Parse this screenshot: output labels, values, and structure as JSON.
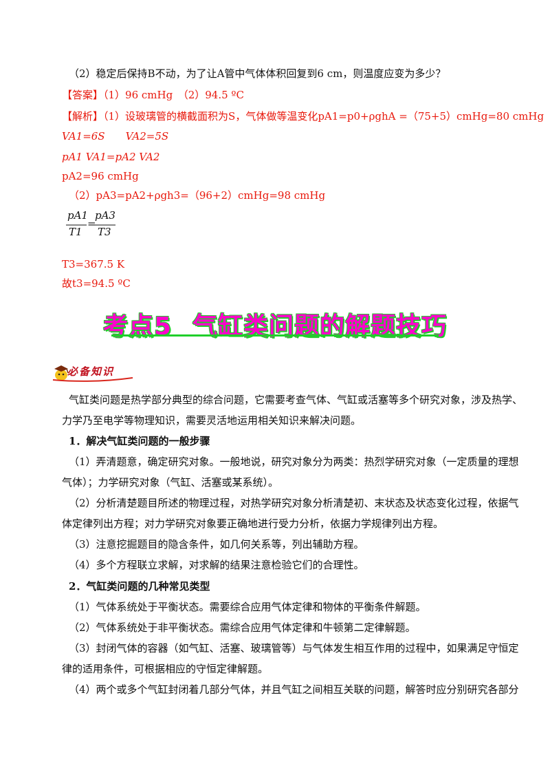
{
  "question_2": "（2）稳定后保持B不动，为了让A管中气体体积回复到6 cm，则温度应变为多少？",
  "answer": "【答案】（1）96 cmHg　（2）94.5 ºC",
  "analysis": {
    "line1": "【解析】（1）设玻璃管的横截面积为S，气体做等温变化pA1=p0+ρghA =（75+5）cmHg=80 cmHg",
    "line2": "VA1=6S　　VA2=5S",
    "line3": "pA1 VA1=pA2 VA2",
    "line4": "pA2=96 cmHg",
    "line5": "（2）pA3=pA2+ρgh3=（96+2）cmHg=98 cmHg",
    "frac_num_left": "pA1",
    "frac_den_left": "T1",
    "frac_equals": "=",
    "frac_num_right": "pA3",
    "frac_den_right": "T3",
    "line6": "T3=367.5 K",
    "line7": "故t3=94.5 ºC"
  },
  "section_title_a": "考点5",
  "section_title_b": "气缸类问题的解题技巧",
  "badge_label": "必备知识",
  "intro_1": "气缸类问题是热学部分典型的综合问题，它需要考查气体、气缸或活塞等多个研究对象，涉及热学、",
  "intro_2": "力学乃至电学等物理知识，需要灵活地运用相关知识来解决问题。",
  "heading_1": "1．解决气缸类问题的一般步骤",
  "step1_a": "（1）弄清题意，确定研究对象。一般地说，研究对象分为两类：热烈学研究对象（一定质量的理想",
  "step1_b": "气体）；力学研究对象（气缸、活塞或某系统）。",
  "step2_a": "（2）分析清楚题目所述的物理过程，对热学研究对象分析清楚初、末状态及状态变化过程，依据气",
  "step2_b": "体定律列出方程；对力学研究对象要正确地进行受力分析，依据力学规律列出方程。",
  "step3": "（3）注意挖掘题目的隐含条件，如几何关系等，列出辅助方程。",
  "step4": "（4）多个方程联立求解，对求解的结果注意检验它们的合理性。",
  "heading_2": "2．气缸类问题的几种常见类型",
  "type1": "（1）气体系统处于平衡状态。需要综合应用气体定律和物体的平衡条件解题。",
  "type2": "（2）气体系统处于非平衡状态。需综合应用气体定律和牛顿第二定律解题。",
  "type3_a": "（3）封闭气体的容器（如气缸、活塞、玻璃管等）与气体发生相互作用的过程中，如果满足守恒定",
  "type3_b": "律的适用条件，可根据相应的守恒定律解题。",
  "type4": "（4）两个或多个气缸封闭着几部分气体，并且气缸之间相互关联的问题，解答时应分别研究各部分"
}
